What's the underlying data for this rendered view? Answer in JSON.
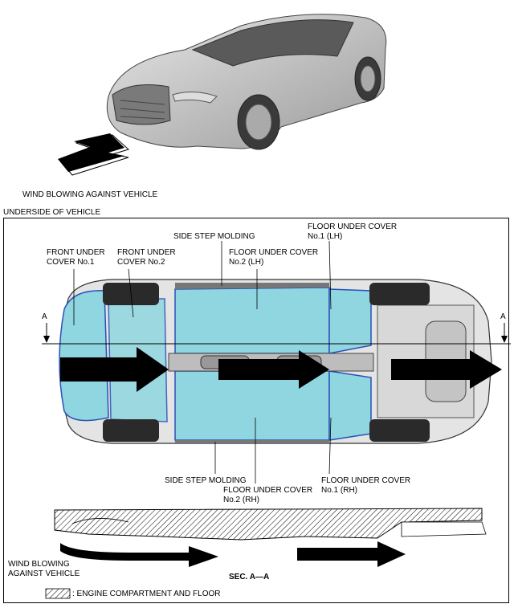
{
  "labels": {
    "wind_top": "WIND BLOWING AGAINST VEHICLE",
    "underside_title": "UNDERSIDE OF VEHICLE",
    "front_cover_1": "FRONT UNDER\nCOVER No.1",
    "front_cover_2": "FRONT UNDER\nCOVER No.2",
    "side_step_top": "SIDE STEP MOLDING",
    "floor_cover_2_lh": "FLOOR UNDER COVER\nNo.2 (LH)",
    "floor_cover_1_lh": "FLOOR UNDER COVER\nNo.1 (LH)",
    "side_step_bottom": "SIDE STEP MOLDING",
    "floor_cover_2_rh": "FLOOR UNDER COVER\nNo.2 (RH)",
    "floor_cover_1_rh": "FLOOR UNDER COVER\nNo.1 (RH)",
    "section_marker_left": "A",
    "section_marker_right": "A",
    "wind_bottom": "WIND BLOWING\nAGAINST VEHICLE",
    "section_title": "SEC. A—A",
    "legend": ": ENGINE COMPARTMENT AND FLOOR"
  },
  "colors": {
    "cover_fill": "#8fd6e0",
    "cover_edge": "#2a4fb8",
    "body_gray": "#c8c8c8",
    "arrow": "#000000"
  }
}
